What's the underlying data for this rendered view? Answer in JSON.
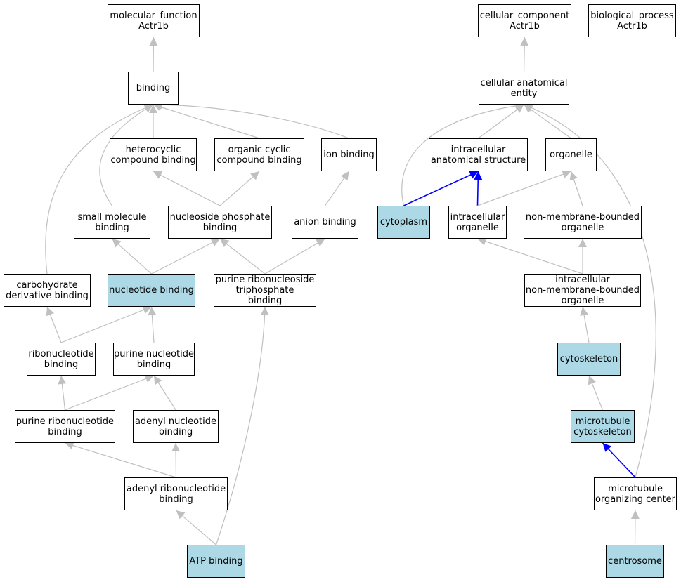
{
  "colors": {
    "highlight": "#add8e6",
    "edge_default": "#c0c0c0",
    "edge_direct": "#0000ff"
  },
  "nodes": [
    {
      "id": "mf",
      "lines": [
        "molecular_function",
        "Actr1b"
      ],
      "hl": false
    },
    {
      "id": "binding",
      "lines": [
        "binding"
      ],
      "hl": false
    },
    {
      "id": "hetero",
      "lines": [
        "heterocyclic",
        "compound binding"
      ],
      "hl": false
    },
    {
      "id": "orgcyc",
      "lines": [
        "organic cyclic",
        "compound binding"
      ],
      "hl": false
    },
    {
      "id": "ion",
      "lines": [
        "ion binding"
      ],
      "hl": false
    },
    {
      "id": "smallmol",
      "lines": [
        "small molecule",
        "binding"
      ],
      "hl": false
    },
    {
      "id": "nucphos",
      "lines": [
        "nucleoside phosphate",
        "binding"
      ],
      "hl": false
    },
    {
      "id": "anion",
      "lines": [
        "anion binding"
      ],
      "hl": false
    },
    {
      "id": "carbo",
      "lines": [
        "carbohydrate",
        "derivative binding"
      ],
      "hl": false
    },
    {
      "id": "nucbind",
      "lines": [
        "nucleotide binding"
      ],
      "hl": true
    },
    {
      "id": "prnt",
      "lines": [
        "purine ribonucleoside",
        "triphosphate",
        "binding"
      ],
      "hl": false
    },
    {
      "id": "ribonuc",
      "lines": [
        "ribonucleotide",
        "binding"
      ],
      "hl": false
    },
    {
      "id": "purnuc",
      "lines": [
        "purine nucleotide",
        "binding"
      ],
      "hl": false
    },
    {
      "id": "purribo",
      "lines": [
        "purine ribonucleotide",
        "binding"
      ],
      "hl": false
    },
    {
      "id": "adenyl",
      "lines": [
        "adenyl nucleotide",
        "binding"
      ],
      "hl": false
    },
    {
      "id": "adenylribo",
      "lines": [
        "adenyl ribonucleotide",
        "binding"
      ],
      "hl": false
    },
    {
      "id": "atp",
      "lines": [
        "ATP binding"
      ],
      "hl": true
    },
    {
      "id": "cc",
      "lines": [
        "cellular_component",
        "Actr1b"
      ],
      "hl": false
    },
    {
      "id": "bp",
      "lines": [
        "biological_process",
        "Actr1b"
      ],
      "hl": false
    },
    {
      "id": "cae",
      "lines": [
        "cellular anatomical",
        "entity"
      ],
      "hl": false
    },
    {
      "id": "ias",
      "lines": [
        "intracellular",
        "anatomical structure"
      ],
      "hl": false
    },
    {
      "id": "organelle",
      "lines": [
        "organelle"
      ],
      "hl": false
    },
    {
      "id": "cytoplasm",
      "lines": [
        "cytoplasm"
      ],
      "hl": true
    },
    {
      "id": "intorg",
      "lines": [
        "intracellular",
        "organelle"
      ],
      "hl": false
    },
    {
      "id": "nmbo",
      "lines": [
        "non-membrane-bounded",
        "organelle"
      ],
      "hl": false
    },
    {
      "id": "inmbo",
      "lines": [
        "intracellular",
        "non-membrane-bounded",
        "organelle"
      ],
      "hl": false
    },
    {
      "id": "cytoskel",
      "lines": [
        "cytoskeleton"
      ],
      "hl": true
    },
    {
      "id": "mtcyto",
      "lines": [
        "microtubule",
        "cytoskeleton"
      ],
      "hl": true
    },
    {
      "id": "mtoc",
      "lines": [
        "microtubule",
        "organizing center"
      ],
      "hl": false
    },
    {
      "id": "centrosome",
      "lines": [
        "centrosome"
      ],
      "hl": true
    }
  ],
  "edges": [
    {
      "from": "binding",
      "to": "mf",
      "type": "is_a"
    },
    {
      "from": "hetero",
      "to": "binding",
      "type": "is_a"
    },
    {
      "from": "orgcyc",
      "to": "binding",
      "type": "is_a"
    },
    {
      "from": "ion",
      "to": "binding",
      "type": "is_a"
    },
    {
      "from": "smallmol",
      "to": "binding",
      "type": "is_a"
    },
    {
      "from": "carbo",
      "to": "binding",
      "type": "is_a"
    },
    {
      "from": "nucphos",
      "to": "hetero",
      "type": "is_a"
    },
    {
      "from": "nucphos",
      "to": "orgcyc",
      "type": "is_a"
    },
    {
      "from": "anion",
      "to": "ion",
      "type": "is_a"
    },
    {
      "from": "nucbind",
      "to": "smallmol",
      "type": "is_a"
    },
    {
      "from": "nucbind",
      "to": "nucphos",
      "type": "is_a"
    },
    {
      "from": "prnt",
      "to": "nucphos",
      "type": "is_a"
    },
    {
      "from": "prnt",
      "to": "anion",
      "type": "is_a"
    },
    {
      "from": "ribonuc",
      "to": "carbo",
      "type": "is_a"
    },
    {
      "from": "ribonuc",
      "to": "nucbind",
      "type": "is_a"
    },
    {
      "from": "purnuc",
      "to": "nucbind",
      "type": "is_a"
    },
    {
      "from": "purribo",
      "to": "ribonuc",
      "type": "is_a"
    },
    {
      "from": "purribo",
      "to": "purnuc",
      "type": "is_a"
    },
    {
      "from": "adenyl",
      "to": "purnuc",
      "type": "is_a"
    },
    {
      "from": "adenylribo",
      "to": "purribo",
      "type": "is_a"
    },
    {
      "from": "adenylribo",
      "to": "adenyl",
      "type": "is_a"
    },
    {
      "from": "atp",
      "to": "adenylribo",
      "type": "is_a"
    },
    {
      "from": "atp",
      "to": "prnt",
      "type": "is_a"
    },
    {
      "from": "cae",
      "to": "cc",
      "type": "is_a"
    },
    {
      "from": "ias",
      "to": "cae",
      "type": "is_a"
    },
    {
      "from": "organelle",
      "to": "cae",
      "type": "is_a"
    },
    {
      "from": "cytoplasm",
      "to": "cae",
      "type": "is_a"
    },
    {
      "from": "mtoc",
      "to": "cae",
      "type": "is_a"
    },
    {
      "from": "cytoplasm",
      "to": "ias",
      "type": "part_of"
    },
    {
      "from": "intorg",
      "to": "ias",
      "type": "part_of"
    },
    {
      "from": "intorg",
      "to": "organelle",
      "type": "is_a"
    },
    {
      "from": "nmbo",
      "to": "organelle",
      "type": "is_a"
    },
    {
      "from": "inmbo",
      "to": "intorg",
      "type": "is_a"
    },
    {
      "from": "inmbo",
      "to": "nmbo",
      "type": "is_a"
    },
    {
      "from": "cytoskel",
      "to": "inmbo",
      "type": "is_a"
    },
    {
      "from": "mtcyto",
      "to": "cytoskel",
      "type": "is_a"
    },
    {
      "from": "mtoc",
      "to": "mtcyto",
      "type": "part_of"
    },
    {
      "from": "centrosome",
      "to": "mtoc",
      "type": "is_a"
    }
  ]
}
